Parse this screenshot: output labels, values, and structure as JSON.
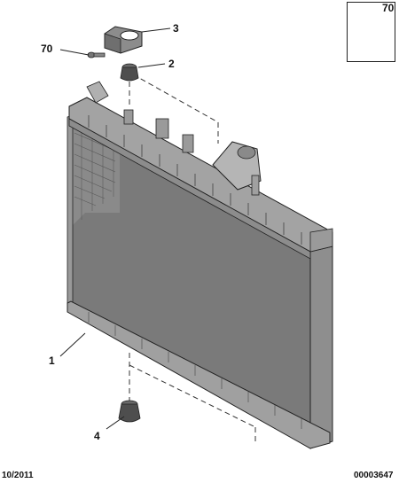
{
  "diagram": {
    "callouts": [
      {
        "id": "1",
        "label": "1"
      },
      {
        "id": "2",
        "label": "2"
      },
      {
        "id": "3",
        "label": "3"
      },
      {
        "id": "4",
        "label": "4"
      },
      {
        "id": "70",
        "label": "70"
      }
    ],
    "inset": {
      "label": "70"
    },
    "footer": {
      "date": "10/2011",
      "ref": "00003647"
    },
    "colors": {
      "body": "#7a7a7a",
      "body_dark": "#5e5e5e",
      "edge": "#9a9a9a",
      "line": "#222222"
    }
  }
}
